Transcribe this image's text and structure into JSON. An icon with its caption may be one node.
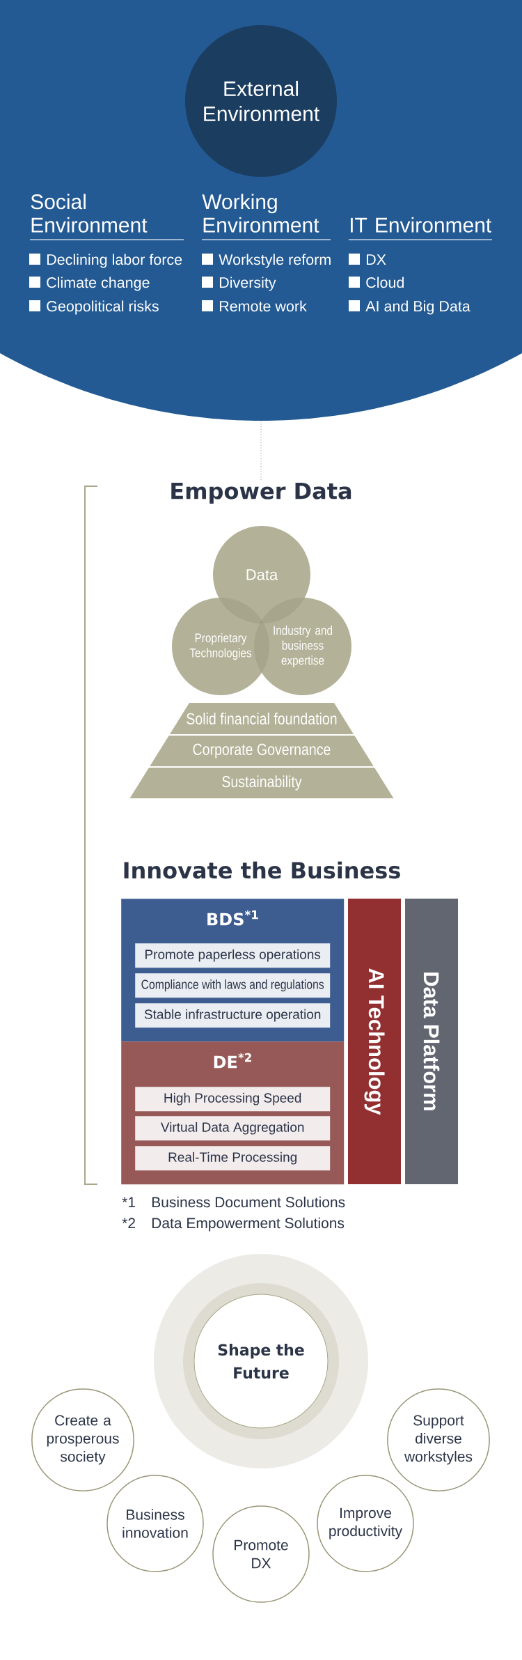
{
  "diagram": {
    "nodes": [
      {
        "text": [],
        "shape": "band"
      },
      {
        "text": [
          "External Environment"
        ],
        "in": 0
      },
      {
        "text": [
          "Empower Data"
        ]
      },
      {
        "text": [
          "Data"
        ]
      },
      {
        "text": [
          "Proprietary Technologies"
        ]
      },
      {
        "text": [
          "Industry and business expertise"
        ]
      },
      {
        "text": [
          "Solid financial foundation"
        ]
      },
      {
        "text": [
          "Corporate Governance"
        ]
      },
      {
        "text": [
          "Sustainability"
        ]
      },
      {
        "text": [
          "BDS$^{*1}$"
        ]
      },
      {
        "text": [
          "Promote paperless operations"
        ],
        "in": 9
      },
      {
        "text": [
          "Compliance with laws and regulations"
        ],
        "in": 9
      },
      {
        "text": [
          "Stable infrastructure operation"
        ],
        "in": 9
      },
      {
        "text": [
          "DE$^{*2}$"
        ]
      },
      {
        "text": [
          "High Processing Speed"
        ],
        "in": 13
      },
      {
        "text": [
          "Virtual Data Aggregation"
        ],
        "in": 13
      },
      {
        "text": [
          "Real-Time Processing"
        ],
        "in": 13
      },
      {
        "text": [
          "AI Technology"
        ]
      },
      {
        "text": [
          "Data Platform"
        ]
      },
      {
        "text": [
          "Shape the Future"
        ]
      },
      {
        "text": [
          "Create a prosperous society"
        ]
      },
      {
        "text": [
          "Support diverse workstyles"
        ]
      },
      {
        "text": [
          "Business innovation"
        ]
      },
      {
        "text": [
          "Improve productivity"
        ]
      },
      {
        "text": [
          "Promote DX"
        ]
      }
    ],
    "edges": [
      {
        "from": 0,
        "to": 2,
        "arrow": "none",
        "style": "dashed"
      }
    ],
    "labels": [
      "Social Environment",
      "Declining labor force",
      "Climate change",
      "Geopolitical risks",
      "Working Environment",
      "Workstyle reform",
      "Diversity",
      "Remote work",
      "IT Environment",
      "DX",
      "Cloud",
      "AI and Big Data",
      "Innovate the Business",
      "*1",
      "Business Document Solutions",
      "*2",
      "Data Empowerment Solutions"
    ]
  }
}
